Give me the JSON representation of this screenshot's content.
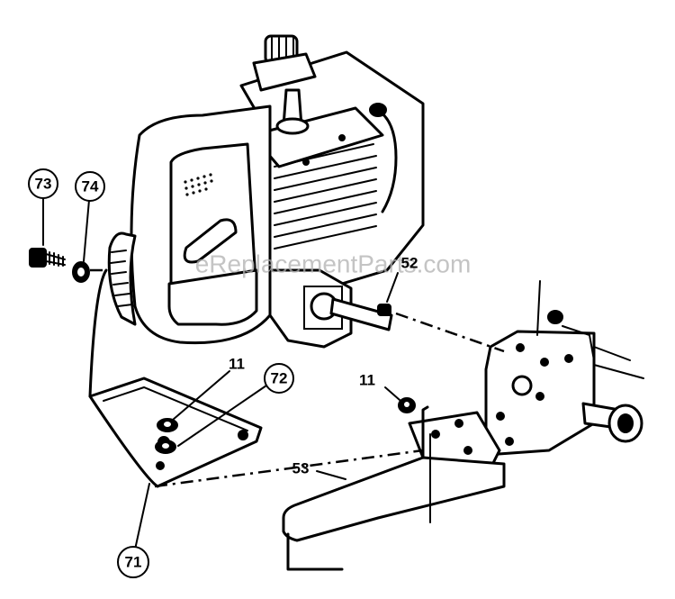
{
  "watermark": "eReplacementParts.com",
  "callouts": [
    {
      "id": "c73",
      "text": "73"
    },
    {
      "id": "c74",
      "text": "74"
    },
    {
      "id": "c72",
      "text": "72"
    },
    {
      "id": "c71",
      "text": "71"
    }
  ],
  "labels": [
    {
      "id": "l11a",
      "text": "11"
    },
    {
      "id": "l11b",
      "text": "11"
    },
    {
      "id": "l52",
      "text": "52"
    },
    {
      "id": "l53",
      "text": "53"
    }
  ]
}
